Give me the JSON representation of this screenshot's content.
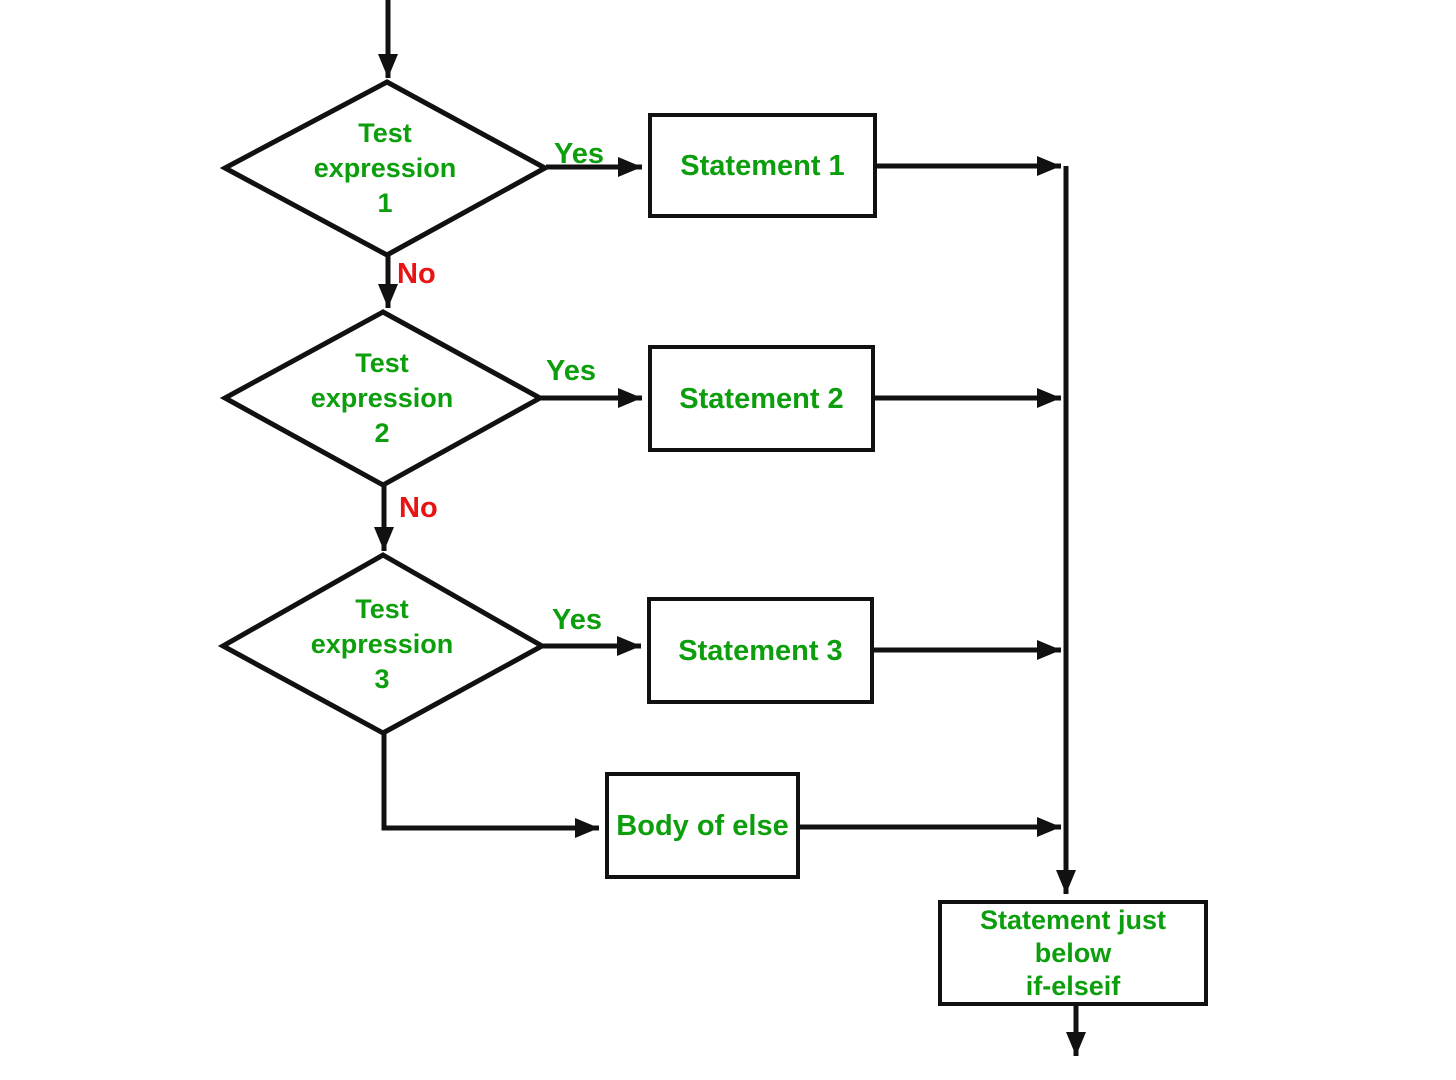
{
  "colors": {
    "label_green": "#0d9e0d",
    "no_red": "#e81414",
    "line_black": "#111111"
  },
  "nodes": {
    "decision1": {
      "label": "Test\nexpression\n1"
    },
    "decision2": {
      "label": "Test\nexpression\n2"
    },
    "decision3": {
      "label": "Test\nexpression\n3"
    },
    "statement1": {
      "label": "Statement 1"
    },
    "statement2": {
      "label": "Statement 2"
    },
    "statement3": {
      "label": "Statement 3"
    },
    "else_body": {
      "label": "Body of else"
    },
    "end_statement": {
      "label": "Statement just\nbelow\nif-elseif"
    }
  },
  "edge_labels": {
    "yes1": "Yes",
    "yes2": "Yes",
    "yes3": "Yes",
    "no1": "No",
    "no2": "No"
  }
}
